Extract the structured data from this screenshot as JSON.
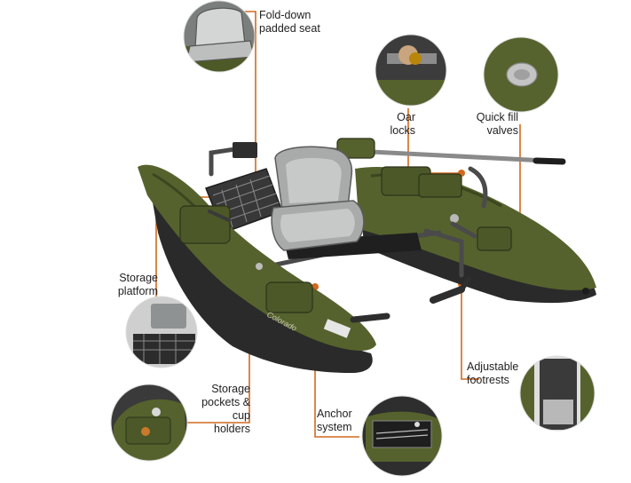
{
  "labels": {
    "seat": "Fold-down padded seat",
    "oar_locks": "Oar locks",
    "valves": "Quick fill valves",
    "platform": "Storage platform",
    "footrests": "Adjustable footrests",
    "pockets": "Storage pockets & cup holders",
    "anchor": "Anchor system",
    "hull_brand": "Colorado"
  },
  "colors": {
    "leader_line": "#d2691e",
    "pontoon_green": "#55622d",
    "pontoon_dark": "#3d4520",
    "hull_black": "#2a2a2a",
    "seat_gray": "#a9abab",
    "frame_metal": "#4a4a4a"
  }
}
